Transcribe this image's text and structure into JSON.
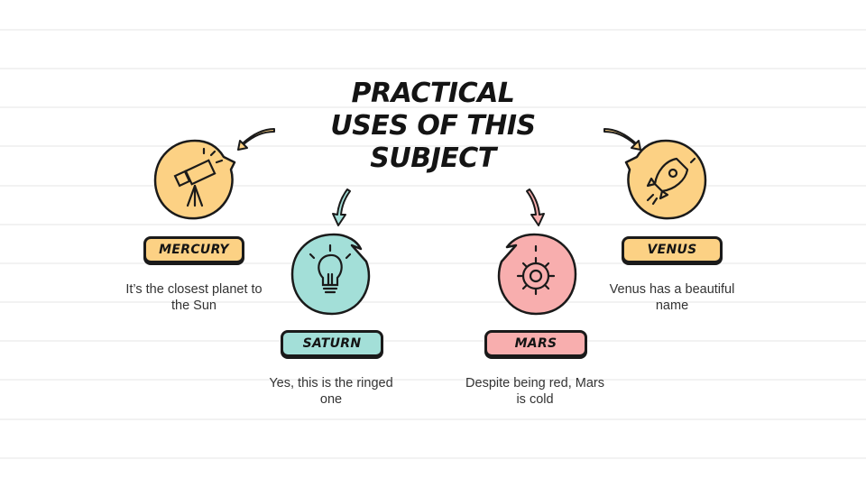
{
  "title_lines": [
    "PRACTICAL",
    "USES OF THIS",
    "SUBJECT"
  ],
  "colors": {
    "yellow": "#fcd184",
    "teal": "#a3dfd8",
    "pink": "#f8aeae",
    "outline": "#1a1a1a",
    "rule_line": "#e6e6e6"
  },
  "items": [
    {
      "id": "mercury",
      "name": "MERCURY",
      "description": "It’s the closest planet to the Sun",
      "icon": "telescope-icon",
      "color": "yellow"
    },
    {
      "id": "saturn",
      "name": "SATURN",
      "description": "Yes, this is the ringed one",
      "icon": "lightbulb-icon",
      "color": "teal"
    },
    {
      "id": "mars",
      "name": "MARS",
      "description": "Despite being red, Mars is cold",
      "icon": "gear-icon",
      "color": "pink"
    },
    {
      "id": "venus",
      "name": "VENUS",
      "description": "Venus has a beautiful name",
      "icon": "rocket-icon",
      "color": "yellow"
    }
  ]
}
